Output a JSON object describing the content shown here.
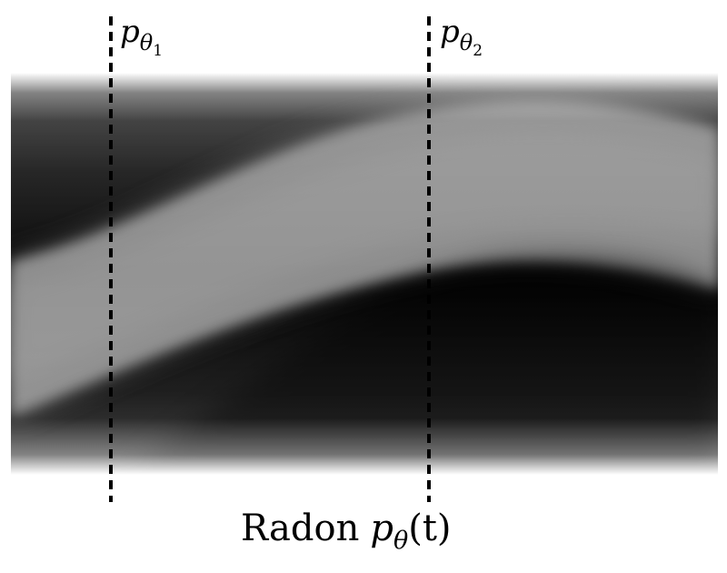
{
  "figure": {
    "caption": {
      "word": "Radon",
      "symbol": "p",
      "subscript": "θ",
      "argument": "(t)"
    },
    "projection_lines": [
      {
        "symbol": "p",
        "subscript": "θ",
        "index": "1"
      },
      {
        "symbol": "p",
        "subscript": "θ",
        "index": "2"
      }
    ],
    "colors": {
      "line": "#000000",
      "band": "#8c8c8c",
      "background_dark": "#000000",
      "edge_light": "#f2f2f2"
    }
  }
}
